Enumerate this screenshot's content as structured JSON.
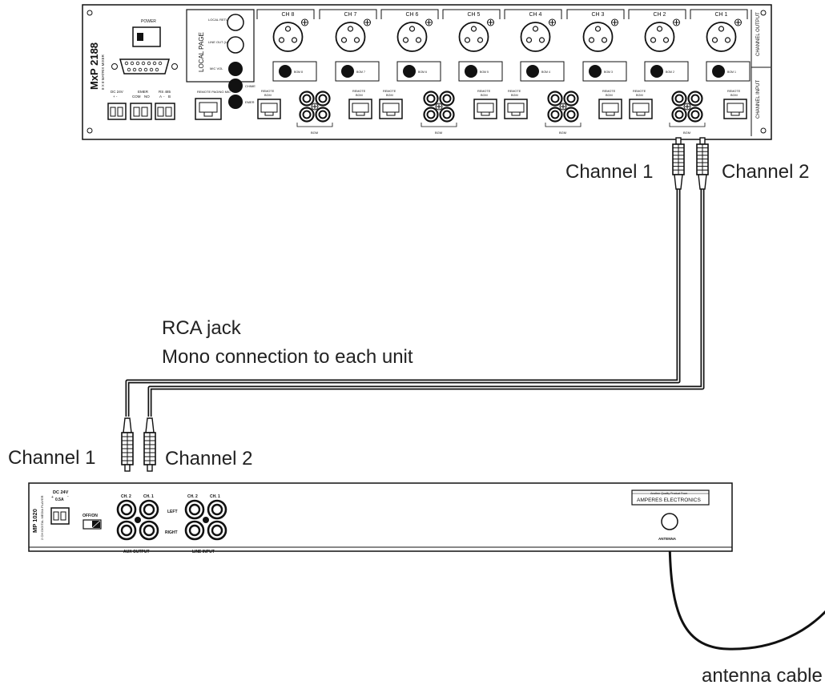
{
  "mixer": {
    "model": "MxP 2188",
    "subtitle": "8 X 8 MATRIX MIXER",
    "power_label": "POWER",
    "local_page": "LOCAL PAGE",
    "local_return": "LOCAL RETURN (BAL)",
    "line_out": "LINE OUT (UNBAL)",
    "mic_vol": "MIC VOL",
    "chime": "CHIME",
    "emer": "EMER",
    "dc24v": "DC 24V",
    "emer_com_no": "EMER",
    "com": "COM",
    "no": "NO",
    "rs485": "RS 485",
    "a": "A",
    "b": "B",
    "remote_paging_mic": "REMOTE PAGING MIC",
    "remote": "REMOTE",
    "bgm": "BGM",
    "channel_output": "CHANNEL OUTPUT",
    "channel_input": "CHANNEL INPUT",
    "channels": [
      "CH 8",
      "CH 7",
      "CH 6",
      "CH 5",
      "CH 4",
      "CH 3",
      "CH 2",
      "CH 1"
    ],
    "bgm_pots": [
      "BGM 8",
      "BGM 7",
      "BGM 6",
      "BGM 5",
      "BGM 4",
      "BGM 3",
      "BGM 2",
      "BGM 1"
    ]
  },
  "player": {
    "model": "MP 1020",
    "subtitle": "2 CH DIGITAL MEDIA PLAYER",
    "dc": "DC 24V",
    "amps": "0.5A",
    "off_on": "OFF/ON",
    "ch2": "CH. 2",
    "ch1": "CH. 1",
    "left": "LEFT",
    "right": "RIGHT",
    "aux_output": "AUX OUTPUT",
    "line_input": "LINE INPUT",
    "brand_small": "Another Quality Product From",
    "brand": "AMPERES ELECTRONICS",
    "antenna": "ANTENNA"
  },
  "labels": {
    "top_channel_1": "Channel 1",
    "top_channel_2": "Channel 2",
    "rca_jack": "RCA jack",
    "mono": "Mono connection to each unit",
    "bottom_channel_1": "Channel 1",
    "bottom_channel_2": "Channel 2",
    "antenna_cable": "antenna cable"
  }
}
